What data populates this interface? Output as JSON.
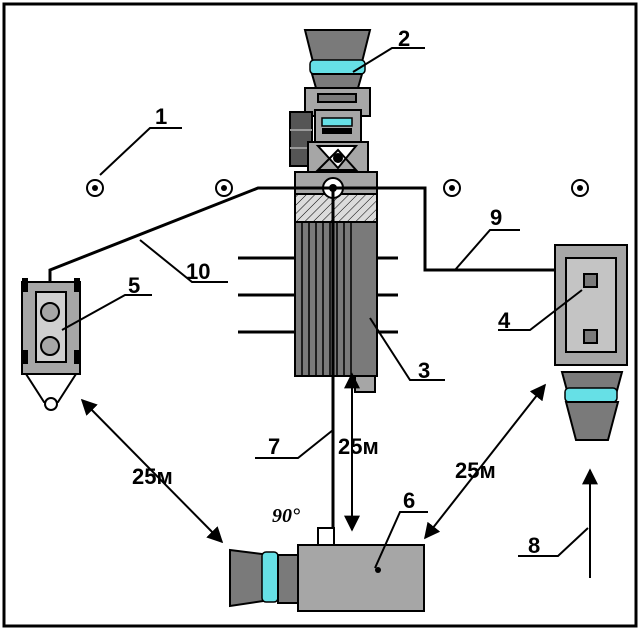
{
  "labels": {
    "l1": "1",
    "l2": "2",
    "l3": "3",
    "l4": "4",
    "l5": "5",
    "l6": "6",
    "l7": "7",
    "l8": "8",
    "l9": "9",
    "l10": "10"
  },
  "distances": {
    "left": "25м",
    "center": "25м",
    "right": "25м"
  },
  "angle": "90°",
  "colors": {
    "body": "#a6a6a6",
    "dark": "#7a7a7a",
    "lens": "#66e0e6"
  }
}
